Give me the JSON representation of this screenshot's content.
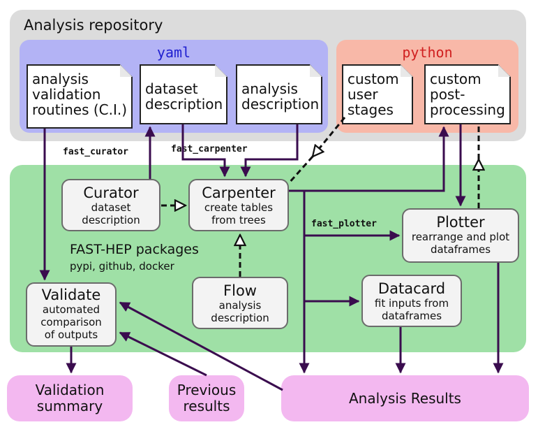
{
  "repository": {
    "title": "Analysis repository",
    "yaml": {
      "label": "yaml",
      "docs": [
        "analysis\nvalidation\nroutines (C.I.)",
        "dataset\ndescription",
        "analysis\ndescription"
      ]
    },
    "python": {
      "label": "python",
      "docs": [
        "custom\nuser\nstages",
        "custom\npost-\nprocessing"
      ]
    }
  },
  "packages": {
    "title": "FAST-HEP packages",
    "subtitle": "pypi, github, docker",
    "curator": {
      "name": "Curator",
      "desc": "dataset\ndescription"
    },
    "carpenter": {
      "name": "Carpenter",
      "desc": "create tables\nfrom trees"
    },
    "flow": {
      "name": "Flow",
      "desc": "analysis\ndescription"
    },
    "plotter": {
      "name": "Plotter",
      "desc": "rearrange and plot\ndataframes"
    },
    "datacard": {
      "name": "Datacard",
      "desc": "fit inputs from\ndataframes"
    },
    "validate": {
      "name": "Validate",
      "desc": "automated\ncomparison\nof outputs"
    }
  },
  "commands": {
    "curator": "fast_curator",
    "carpenter": "fast_carpenter",
    "plotter": "fast_plotter"
  },
  "outputs": {
    "validation_summary": "Validation\nsummary",
    "previous_results": "Previous\nresults",
    "analysis_results": "Analysis Results"
  },
  "colors": {
    "repo_bg": "#dcdcdc",
    "yaml_bg": "#b3b3f5",
    "python_bg": "#f8b8a8",
    "packages_bg": "#9fe0a6",
    "output_bg": "#f3b8f0",
    "arrow": "#3a0c4e"
  }
}
